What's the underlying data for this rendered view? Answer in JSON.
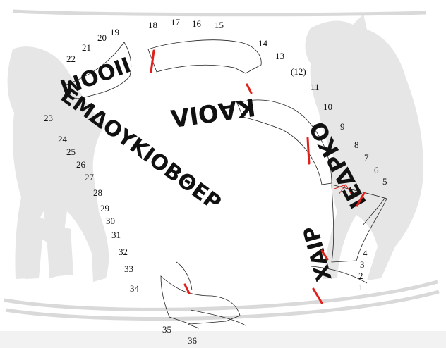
{
  "colors": {
    "background": "#ffffff",
    "horse_silhouette": "#e6e6e6",
    "rim_band": "#d9d9d9",
    "ink": "#111111",
    "correction": "#e0201a"
  },
  "inscription": {
    "segments": [
      {
        "id": "seg-1-4",
        "text": "ΧΑΙΡ"
      },
      {
        "id": "seg-5-10",
        "text": "ΙΕΔΡΚΟ"
      },
      {
        "id": "seg-13-17",
        "text": "ΚΑΟΙΛ"
      },
      {
        "id": "seg-19-22",
        "text": "ΙΙΟΟΜ"
      },
      {
        "id": "seg-23-34",
        "text": "ΕΜΔΟΥΚΙΟΒΘΕΡ"
      }
    ],
    "numbers": [
      "1",
      "2",
      "3",
      "4",
      "5",
      "6",
      "7",
      "8",
      "9",
      "10",
      "11",
      "(12)",
      "13",
      "14",
      "15",
      "16",
      "17",
      "18",
      "19",
      "20",
      "21",
      "22",
      "23",
      "24",
      "25",
      "26",
      "27",
      "28",
      "29",
      "30",
      "31",
      "32",
      "33",
      "34",
      "35",
      "36"
    ]
  }
}
